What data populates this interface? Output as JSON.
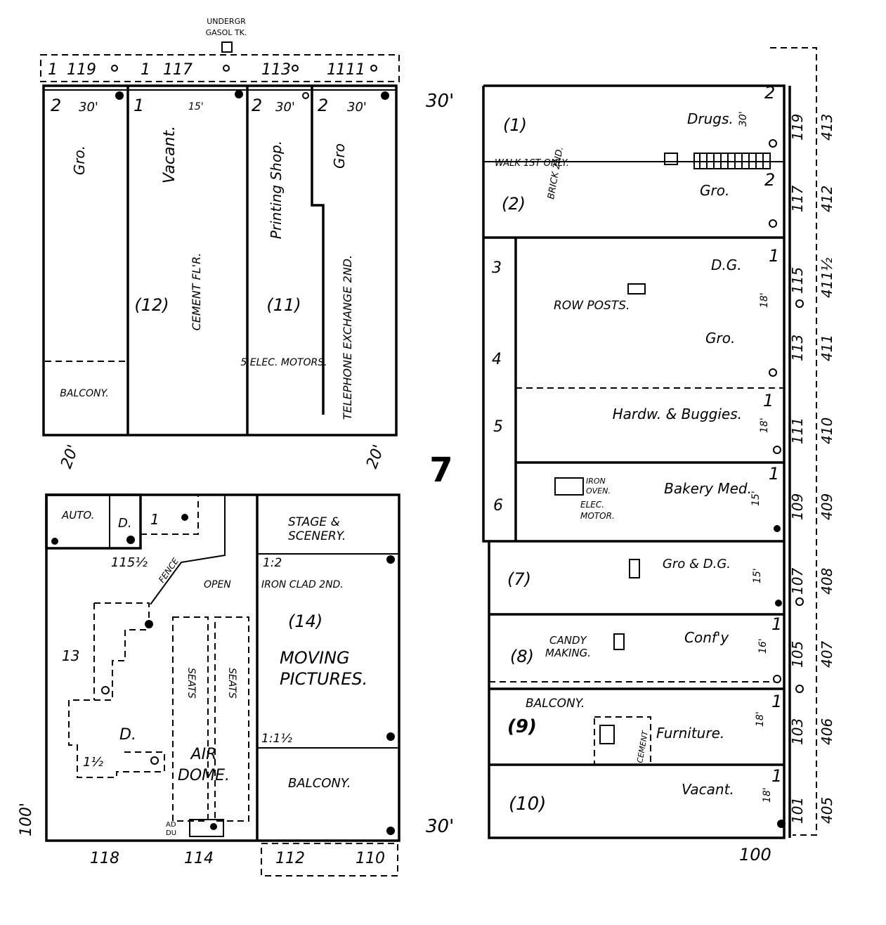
{
  "sheet": {
    "number": "7"
  },
  "colors": {
    "ink": "#000000",
    "paper": "#ffffff"
  },
  "tank": {
    "label_line1": "UNDERGR",
    "label_line2": "GASOL TK."
  },
  "west_block": {
    "street_numbers_top": [
      "119",
      "117",
      "113",
      "111"
    ],
    "storeys_top": [
      "2",
      "1",
      "2",
      "2"
    ],
    "widths_top": [
      "30'",
      "15'",
      "30'",
      "30'"
    ],
    "units": [
      {
        "occupancy": "Gro.",
        "note": "BALCONY."
      },
      {
        "occupancy": "Vacant.",
        "key": "(12)",
        "floor": "CEMENT FL'R."
      },
      {
        "occupancy": "Printing Shop.",
        "key": "(11)",
        "note": "5 ELEC. MOTORS."
      },
      {
        "occupancy": "Gro",
        "note": "TELEPHONE EXCHANGE 2ND."
      }
    ],
    "width_marks": [
      "20'",
      "20'"
    ]
  },
  "south_block": {
    "auto": "AUTO.",
    "d_small": "D.",
    "number_1152": "115½",
    "fence": "FENCE",
    "open": "OPEN",
    "unit_13": "13",
    "unit_d": "D.",
    "storey_1_half": "1½",
    "seats": [
      "SEATS",
      "SEATS"
    ],
    "air_dome": [
      "AIR",
      "DOME."
    ],
    "ad": [
      "AD",
      "DU"
    ],
    "theatre_key": "(14)",
    "theatre_label": [
      "MOVING",
      "PICTURES."
    ],
    "stage": [
      "STAGE &",
      "SCENERY."
    ],
    "storey_1_2": "1:2",
    "iron_clad": "IRON CLAD 2ND.",
    "storey_1_1half": "1:1½",
    "balcony": "BALCONY.",
    "street_numbers_bottom": [
      "118",
      "114",
      "112",
      "110"
    ],
    "width_side": "100'"
  },
  "east_block": {
    "width_marks": [
      "30'",
      "30'"
    ],
    "walk": "WALK 1ST ONLY.",
    "brick": "BRICK 2ND.",
    "row_posts": "ROW POSTS.",
    "keys": [
      "(1)",
      "(2)",
      "3",
      "4",
      "5",
      "6",
      "(7)",
      "(8)",
      "(9)",
      "(10)"
    ],
    "units": [
      {
        "occupancy": "Drugs.",
        "number": "119",
        "lot": "413"
      },
      {
        "occupancy": "Gro.",
        "number": "117",
        "lot": "412"
      },
      {
        "occupancy": "D.G.",
        "number": "115",
        "lot": "411½"
      },
      {
        "occupancy": "Gro.",
        "number": "113",
        "lot": "411"
      },
      {
        "occupancy": "Hardw. & Buggies.",
        "number": "111",
        "lot": "410"
      },
      {
        "occupancy": "Bakery Med.",
        "number": "109",
        "lot": "409"
      },
      {
        "occupancy": "Gro & D.G.",
        "number": "107",
        "lot": "408"
      },
      {
        "occupancy": "Conf'y",
        "number": "105",
        "lot": "407"
      },
      {
        "occupancy": "Furniture.",
        "number": "103",
        "lot": "406"
      },
      {
        "occupancy": "Vacant.",
        "number": "101",
        "lot": "405"
      }
    ],
    "oven": [
      "IRON",
      "OVEN."
    ],
    "motor": [
      "ELEC.",
      "MOTOR."
    ],
    "candy": [
      "CANDY",
      "MAKING."
    ],
    "balcony": "BALCONY.",
    "cement": "CEMENT",
    "depth_bottom": "100",
    "widths_right": [
      "30'",
      "18'",
      "18'",
      "15'",
      "15'",
      "16'",
      "18'",
      "18'"
    ],
    "storey_right": [
      "2",
      "2",
      "1",
      "1",
      "1",
      "1",
      "1",
      "1"
    ]
  }
}
